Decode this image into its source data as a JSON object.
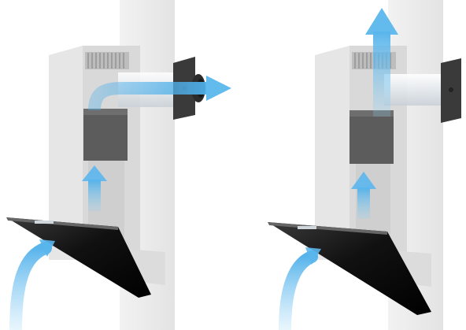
{
  "figure": {
    "panels": [
      {
        "id": "left",
        "mode": "exhaust-through-wall",
        "airflow": [
          "intake-under-hood",
          "up-through-duct",
          "horizontal-through-wall-pipe",
          "out-of-wall-vent"
        ]
      },
      {
        "id": "right",
        "mode": "exhaust-up-through-top",
        "airflow": [
          "intake-under-hood",
          "up-through-duct",
          "up-out-of-top-grille"
        ]
      }
    ],
    "colors": {
      "wall": "#ececec",
      "wall_shadow": "#dcdcdc",
      "cabinet_front": "#dedede",
      "cabinet_side": "#c9c9c9",
      "motor_box": "#5c5c5c",
      "hood_glass": "#1a1a1a",
      "vent_plate": "#3a3a3a",
      "pipe": "#e9eef2",
      "airflow": "#6fc0ef"
    }
  }
}
